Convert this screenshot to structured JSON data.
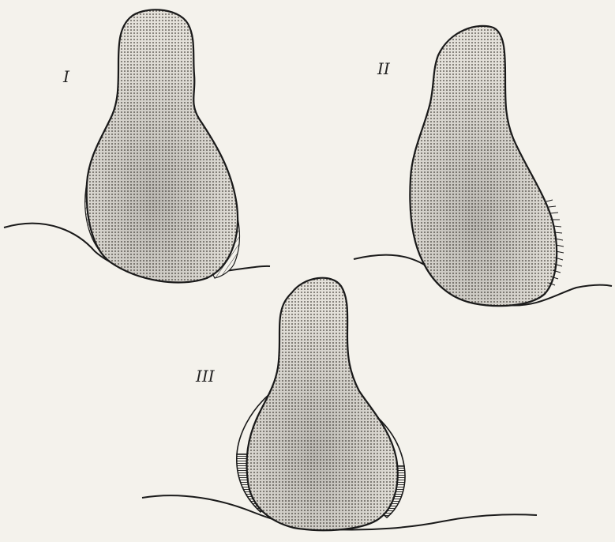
{
  "figure": {
    "panels": [
      {
        "id": "I",
        "label": "I"
      },
      {
        "id": "II",
        "label": "II"
      },
      {
        "id": "III",
        "label": "III"
      }
    ]
  },
  "colors": {
    "paper": "#f4f2ec",
    "ink": "#1a1a1a",
    "shape_fill": "#cfcbc3",
    "shadow": "#a9a59d"
  }
}
